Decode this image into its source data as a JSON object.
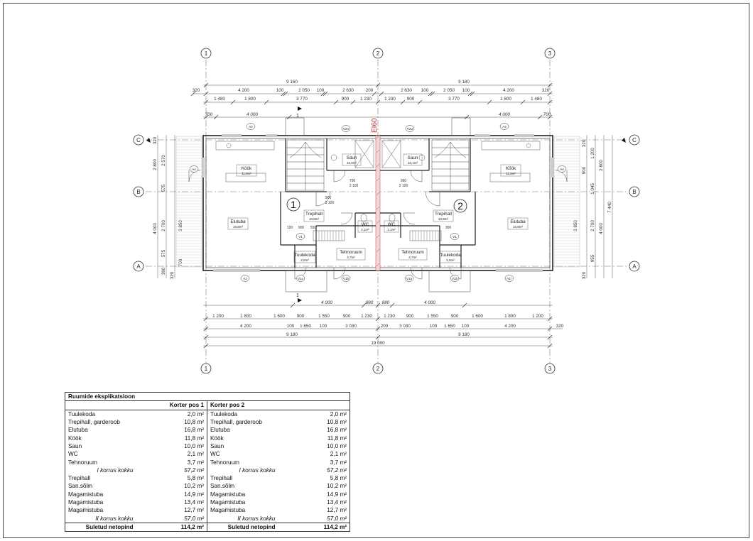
{
  "grid": {
    "axes_vertical": [
      "1",
      "2",
      "3"
    ],
    "axes_horizontal": [
      "C",
      "B",
      "A"
    ]
  },
  "plan": {
    "fire_wall": "EI60",
    "apartment_1": "1",
    "apartment_2": "2",
    "section_mark": "1",
    "dims_top_row1": [
      "9 160",
      "9 180"
    ],
    "dims_top_row2": [
      "320",
      "4 200",
      "100",
      "2 050",
      "100",
      "2 630",
      "200",
      "2 630",
      "100",
      "2 050",
      "100",
      "4 200",
      "320"
    ],
    "dims_top_row3": [
      "1 480",
      "1 800",
      "3 770",
      "900",
      "1 230",
      "1 230",
      "900",
      "3 770",
      "1 800",
      "1 480"
    ],
    "dims_top_row4": [
      "700",
      "4 000",
      "4 000",
      "700"
    ],
    "dims_bottom_row1": [
      "4 000",
      "880",
      "880",
      "4 000"
    ],
    "dims_bottom_row2": [
      "1 200",
      "1 800",
      "1 600",
      "900",
      "1 550",
      "900",
      "1 230",
      "1 230",
      "900",
      "1 550",
      "900",
      "1 600",
      "1 800",
      "1 200"
    ],
    "dims_bottom_row3": [
      "4 200",
      "100",
      "1 650",
      "100",
      "3 030",
      "200",
      "3 030",
      "100",
      "1 650",
      "100",
      "4 200",
      "320"
    ],
    "dims_bottom_row4": [
      "9 180",
      "9 180"
    ],
    "dims_bottom_row5": [
      "19 000"
    ],
    "dims_left": [
      "320",
      "2 570",
      "2 800",
      "575",
      "2 700",
      "4 000",
      "3 850",
      "575",
      "700",
      "390",
      "320"
    ],
    "dims_right": [
      "320",
      "1 200",
      "900",
      "2 800",
      "1 045",
      "7 440",
      "2 700",
      "3 850",
      "4 000",
      "955",
      "320"
    ],
    "rooms_left": [
      {
        "name": "Köök",
        "area": "11,8m²"
      },
      {
        "name": "Elutuba",
        "area": "16,8m²"
      },
      {
        "name": "Saun",
        "area": "10,0m²"
      },
      {
        "name": "Trepihall",
        "area": "10,8m²"
      },
      {
        "name": "WC",
        "area": "2,1m²"
      },
      {
        "name": "Tuulekoda",
        "area": "2,0m²"
      },
      {
        "name": "Tehnoruum",
        "area": "3,7m²"
      }
    ],
    "rooms_right": [
      {
        "name": "Köök",
        "area": "11,8m²"
      },
      {
        "name": "Elutuba",
        "area": "16,8m²"
      },
      {
        "name": "Saun",
        "area": "10,1m²"
      },
      {
        "name": "Trepihall",
        "area": "10,8m²"
      },
      {
        "name": "WC",
        "area": "2,1m²"
      },
      {
        "name": "Tuulekoda",
        "area": "2,0m²"
      },
      {
        "name": "Tehnoruum",
        "area": "3,7m²"
      }
    ],
    "tags": [
      "A4",
      "A4",
      "V2u",
      "V2u",
      "A4",
      "A4",
      "V1",
      "V1",
      "V1u",
      "V1u",
      "V1b",
      "V1b",
      "A1",
      "A1*"
    ],
    "door_notes": [
      "900",
      "2 100",
      "700",
      "2 100",
      "550",
      "900",
      "300",
      "100",
      "960",
      "2 100"
    ]
  },
  "explication": {
    "title": "Ruumide eksplikatsioon",
    "col1_header": "Korter pos 1",
    "col2_header": "Korter pos 2",
    "rows": [
      {
        "name": "Tuulekoda",
        "area": "2,0 m²"
      },
      {
        "name": "Trepihall, garderoob",
        "area": "10,8 m²"
      },
      {
        "name": "Elutuba",
        "area": "16,8 m²"
      },
      {
        "name": "Köök",
        "area": "11,8 m²"
      },
      {
        "name": "Saun",
        "area": "10,0 m²"
      },
      {
        "name": "WC",
        "area": "2,1 m²"
      },
      {
        "name": "Tehnoruum",
        "area": "3,7 m²"
      }
    ],
    "subtotal1_label": "I korrus kokku",
    "subtotal1_value": "57,2 m²",
    "rows2": [
      {
        "name": "Trepihall",
        "area": "5,8 m²"
      },
      {
        "name": "San.sõlm",
        "area": "10,2 m²"
      },
      {
        "name": "Magamistuba",
        "area": "14,9 m²"
      },
      {
        "name": "Magamistuba",
        "area": "13,4 m²"
      },
      {
        "name": "Magamistuba",
        "area": "12,7 m²"
      }
    ],
    "subtotal2_label": "II korrus kokku",
    "subtotal2_value": "57,0 m²",
    "total_label": "Suletud netopind",
    "total_value": "114,2 m²"
  }
}
